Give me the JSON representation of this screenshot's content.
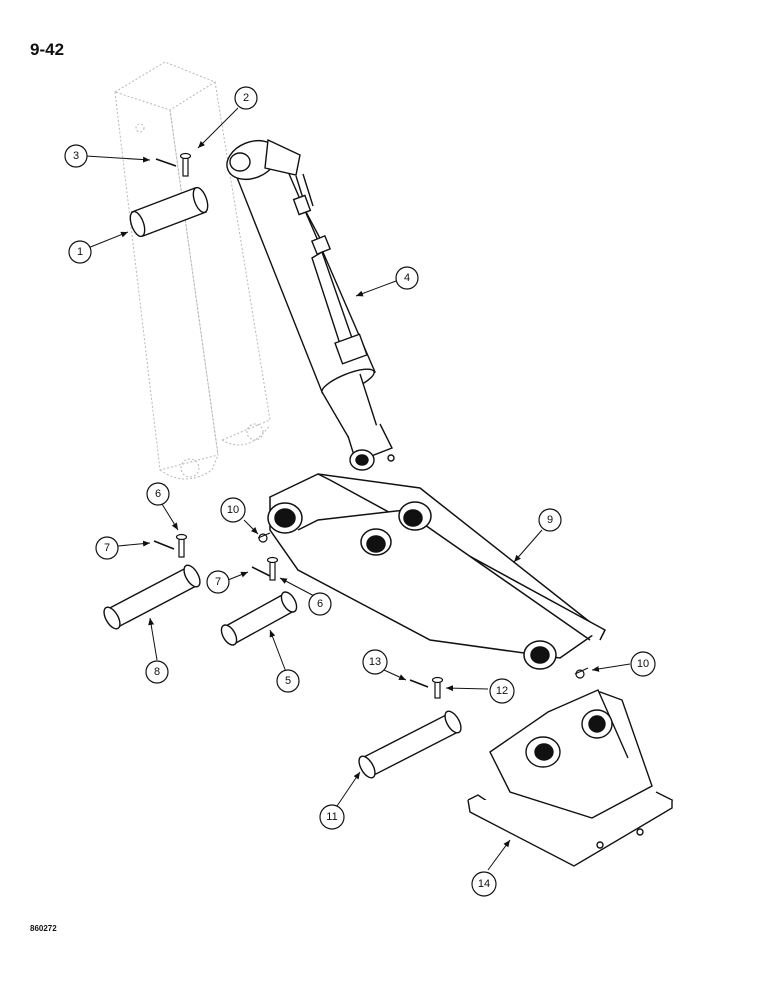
{
  "page": {
    "number": "9-42",
    "figure_id": "860272"
  },
  "callouts": [
    {
      "id": "c1",
      "label": "1"
    },
    {
      "id": "c2",
      "label": "2"
    },
    {
      "id": "c3",
      "label": "3"
    },
    {
      "id": "c4",
      "label": "4"
    },
    {
      "id": "c5",
      "label": "5"
    },
    {
      "id": "c6a",
      "label": "6"
    },
    {
      "id": "c6b",
      "label": "6"
    },
    {
      "id": "c7a",
      "label": "7"
    },
    {
      "id": "c7b",
      "label": "7"
    },
    {
      "id": "c8",
      "label": "8"
    },
    {
      "id": "c9",
      "label": "9"
    },
    {
      "id": "c10a",
      "label": "10"
    },
    {
      "id": "c10b",
      "label": "10"
    },
    {
      "id": "c11",
      "label": "11"
    },
    {
      "id": "c12",
      "label": "12"
    },
    {
      "id": "c13",
      "label": "13"
    },
    {
      "id": "c14",
      "label": "14"
    }
  ]
}
